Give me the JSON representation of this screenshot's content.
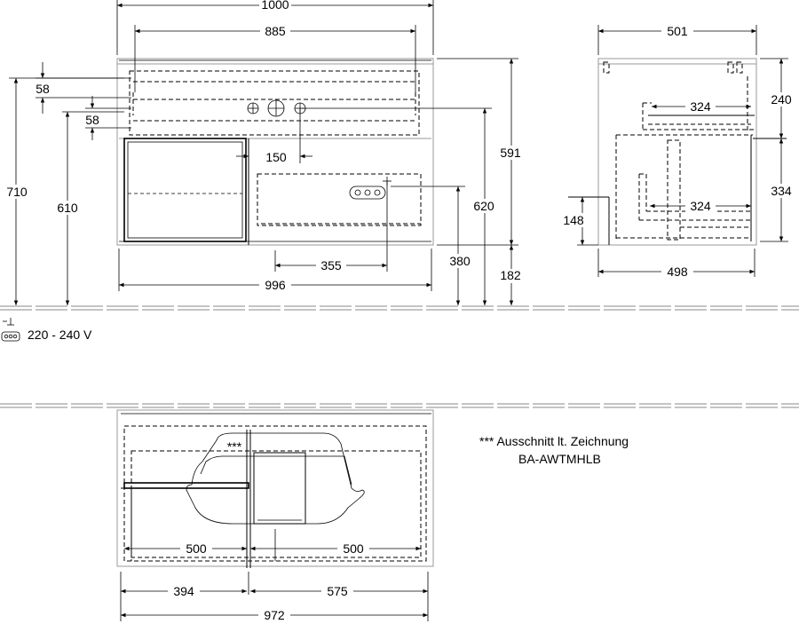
{
  "front_view": {
    "overall_width": "1000",
    "inner_width": "885",
    "top_offset_1": "58",
    "top_offset_2": "58",
    "total_height": "710",
    "body_height_left": "610",
    "cutout_offset": "150",
    "upper_height": "591",
    "body_height_right": "620",
    "socket_height": "380",
    "plinth_height": "182",
    "socket_offset": "355",
    "inner_base_width": "996"
  },
  "side_view": {
    "top_depth": "501",
    "upper_depth": "240",
    "upper_shelf": "324",
    "lower_shelf": "324",
    "lower_height": "334",
    "base_height": "148",
    "base_depth": "498"
  },
  "electrical": {
    "icon": "socket-icon",
    "voltage": "220 - 240 V"
  },
  "top_view": {
    "left_half": "500",
    "right_half": "500",
    "left_offset": "394",
    "right_offset": "575",
    "total_width": "972",
    "cutout_marker": "***"
  },
  "note": {
    "line1": "*** Ausschnitt lt. Zeichnung",
    "line2": "BA-AWTMHLB"
  }
}
